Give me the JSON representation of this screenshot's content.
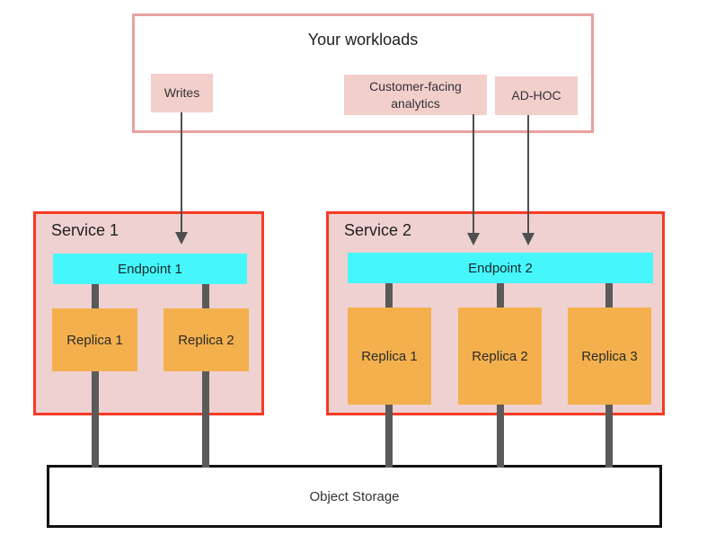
{
  "diagram": {
    "title": "Your workloads",
    "colors": {
      "workloads_border": "#e8a1a1",
      "workload_item_bg": "#f2cfcb",
      "service_border": "#f43b24",
      "service_bg": "#f0d1d1",
      "endpoint_bg": "#45f7fb",
      "replica_bg": "#f4b04d",
      "connector": "#5a5a5a",
      "arrow": "#4f4f4f",
      "storage_border": "#111111"
    }
  },
  "workloads": {
    "title": "Your workloads",
    "items": [
      {
        "label": "Writes"
      },
      {
        "label": "Customer-facing analytics"
      },
      {
        "label": "AD-HOC"
      }
    ]
  },
  "services": [
    {
      "title": "Service 1",
      "endpoint": "Endpoint 1",
      "replicas": [
        {
          "label": "Replica 1"
        },
        {
          "label": "Replica 2"
        }
      ]
    },
    {
      "title": "Service 2",
      "endpoint": "Endpoint 2",
      "replicas": [
        {
          "label": "Replica 1"
        },
        {
          "label": "Replica 2"
        },
        {
          "label": "Replica 3"
        }
      ]
    }
  ],
  "storage": {
    "label": "Object Storage"
  }
}
